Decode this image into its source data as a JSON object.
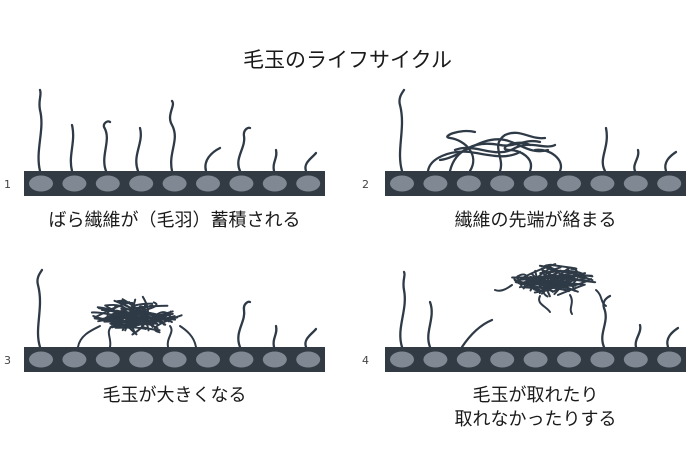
{
  "title": "毛玉のライフサイクル",
  "colors": {
    "fabric": "#323a44",
    "fiber_oval": "#7f8893",
    "fiber": "#2f3a47"
  },
  "panels": [
    {
      "number": "1",
      "caption_lines": [
        "ばら繊維が（毛羽）蓄積される"
      ]
    },
    {
      "number": "2",
      "caption_lines": [
        "繊維の先端が絡まる"
      ]
    },
    {
      "number": "3",
      "caption_lines": [
        "毛玉が大きくなる"
      ]
    },
    {
      "number": "4",
      "caption_lines": [
        "毛玉が取れたり",
        "取れなかったりする"
      ]
    }
  ]
}
